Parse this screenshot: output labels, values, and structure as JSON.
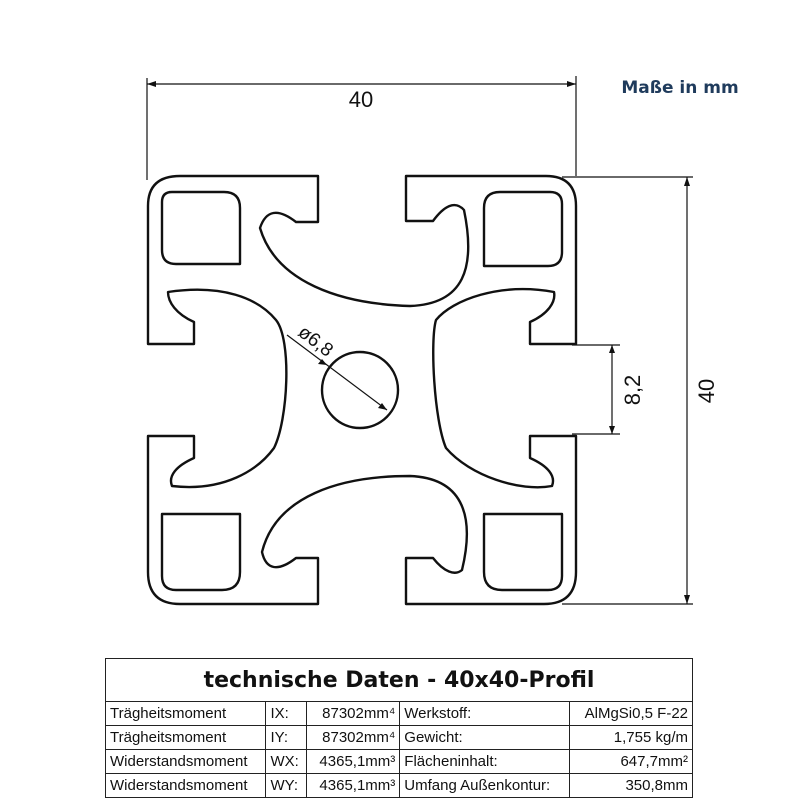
{
  "units_note": "Maße in mm",
  "dimensions": {
    "width": "40",
    "height": "40",
    "slot_width": "8,2",
    "bore_diameter": "ø6,8"
  },
  "table": {
    "title": "technische Daten - 40x40-Profil",
    "rows": [
      {
        "label": "Trägheitsmoment",
        "axis": "IX:",
        "value": "87302mm⁴",
        "prop": "Werkstoff:",
        "prop_value": "AlMgSi0,5 F-22"
      },
      {
        "label": "Trägheitsmoment",
        "axis": "IY:",
        "value": "87302mm⁴",
        "prop": "Gewicht:",
        "prop_value": "1,755 kg/m"
      },
      {
        "label": "Widerstandsmoment",
        "axis": "WX:",
        "value": "4365,1mm³",
        "prop": "Flächeninhalt:",
        "prop_value": "647,7mm²"
      },
      {
        "label": "Widerstandsmoment",
        "axis": "WY:",
        "value": "4365,1mm³",
        "prop": "Umfang Außenkontur:",
        "prop_value": "350,8mm"
      }
    ]
  }
}
